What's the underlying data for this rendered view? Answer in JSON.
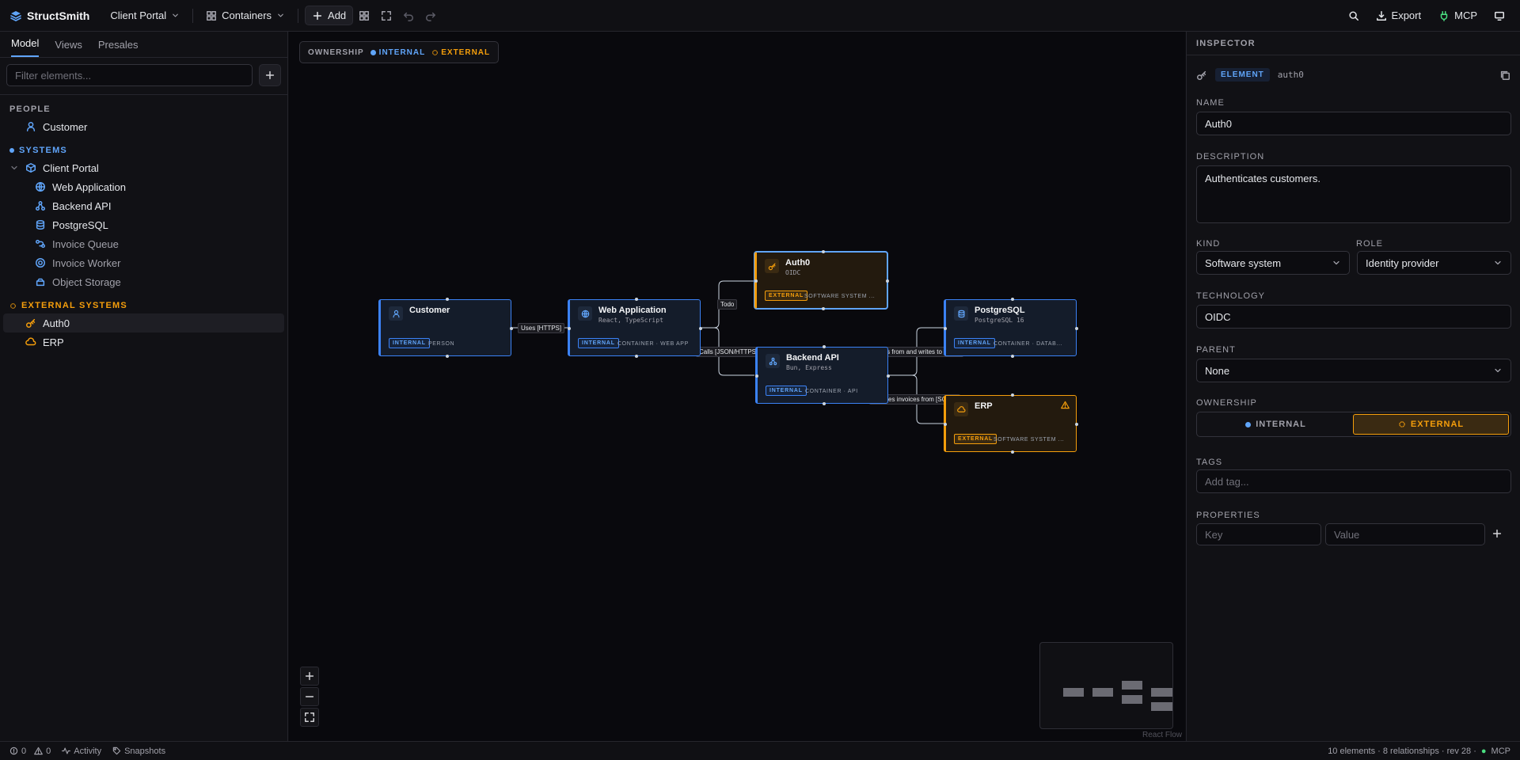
{
  "topbar": {
    "brand": "StructSmith",
    "project": "Client Portal",
    "view_mode": "Containers",
    "add_label": "Add",
    "export_label": "Export",
    "mcp_label": "MCP"
  },
  "sidebar": {
    "tabs": [
      "Model",
      "Views",
      "Presales"
    ],
    "active_tab": "Model",
    "filter_placeholder": "Filter elements...",
    "people_heading": "PEOPLE",
    "people": [
      {
        "label": "Customer",
        "icon": "person-icon"
      }
    ],
    "systems_heading": "SYSTEMS",
    "systems": [
      {
        "label": "Client Portal",
        "icon": "box-icon",
        "children": [
          {
            "label": "Web Application",
            "icon": "globe-icon"
          },
          {
            "label": "Backend API",
            "icon": "network-icon"
          },
          {
            "label": "PostgreSQL",
            "icon": "database-icon"
          },
          {
            "label": "Invoice Queue",
            "icon": "queue-icon"
          },
          {
            "label": "Invoice Worker",
            "icon": "worker-icon"
          },
          {
            "label": "Object Storage",
            "icon": "storage-icon"
          }
        ]
      }
    ],
    "external_heading": "EXTERNAL SYSTEMS",
    "external": [
      {
        "label": "Auth0",
        "icon": "key-icon",
        "selected": true
      },
      {
        "label": "ERP",
        "icon": "cloud-icon"
      }
    ]
  },
  "canvas": {
    "legend": {
      "label": "OWNERSHIP",
      "internal": "INTERNAL",
      "external": "EXTERNAL"
    },
    "nodes": {
      "customer": {
        "title": "Customer",
        "badge": "INTERNAL",
        "kind": "PERSON"
      },
      "webapp": {
        "title": "Web Application",
        "tech": "React, TypeScript",
        "badge": "INTERNAL",
        "kind": "CONTAINER · WEB APP"
      },
      "auth0": {
        "title": "Auth0",
        "tech": "OIDC",
        "badge": "EXTERNAL",
        "kind": "SOFTWARE SYSTEM ..."
      },
      "backend": {
        "title": "Backend API",
        "tech": "Bun, Express",
        "badge": "INTERNAL",
        "kind": "CONTAINER · API"
      },
      "postgres": {
        "title": "PostgreSQL",
        "tech": "PostgreSQL 16",
        "badge": "INTERNAL",
        "kind": "CONTAINER · DATAB..."
      },
      "erp": {
        "title": "ERP",
        "badge": "EXTERNAL",
        "kind": "SOFTWARE SYSTEM ..."
      }
    },
    "edges": {
      "uses": "Uses [HTTPS]",
      "todo": "Todo",
      "calls": "Calls [JSON/HTTPS]",
      "reads": "Reads from and writes to [SQL]",
      "fetches": "Fetches invoices from [SOAP]"
    },
    "attribution": "React Flow"
  },
  "inspector": {
    "title": "INSPECTOR",
    "badge": "ELEMENT",
    "element_id": "auth0",
    "name_label": "NAME",
    "name_value": "Auth0",
    "description_label": "DESCRIPTION",
    "description_value": "Authenticates customers.",
    "kind_label": "KIND",
    "kind_value": "Software system",
    "role_label": "ROLE",
    "role_value": "Identity provider",
    "technology_label": "TECHNOLOGY",
    "technology_value": "OIDC",
    "parent_label": "PARENT",
    "parent_value": "None",
    "ownership_label": "OWNERSHIP",
    "ownership_internal": "INTERNAL",
    "ownership_external": "EXTERNAL",
    "ownership_selected": "EXTERNAL",
    "tags_label": "TAGS",
    "tags_placeholder": "Add tag...",
    "properties_label": "PROPERTIES",
    "key_placeholder": "Key",
    "value_placeholder": "Value"
  },
  "statusbar": {
    "errors": "0",
    "warnings": "0",
    "activity": "Activity",
    "snapshots": "Snapshots",
    "summary": "10 elements · 8 relationships · rev 28 ·",
    "mcp": "MCP"
  },
  "colors": {
    "accent_internal": "#3b82f6",
    "accent_external": "#f59e0b",
    "background": "#09090d"
  }
}
